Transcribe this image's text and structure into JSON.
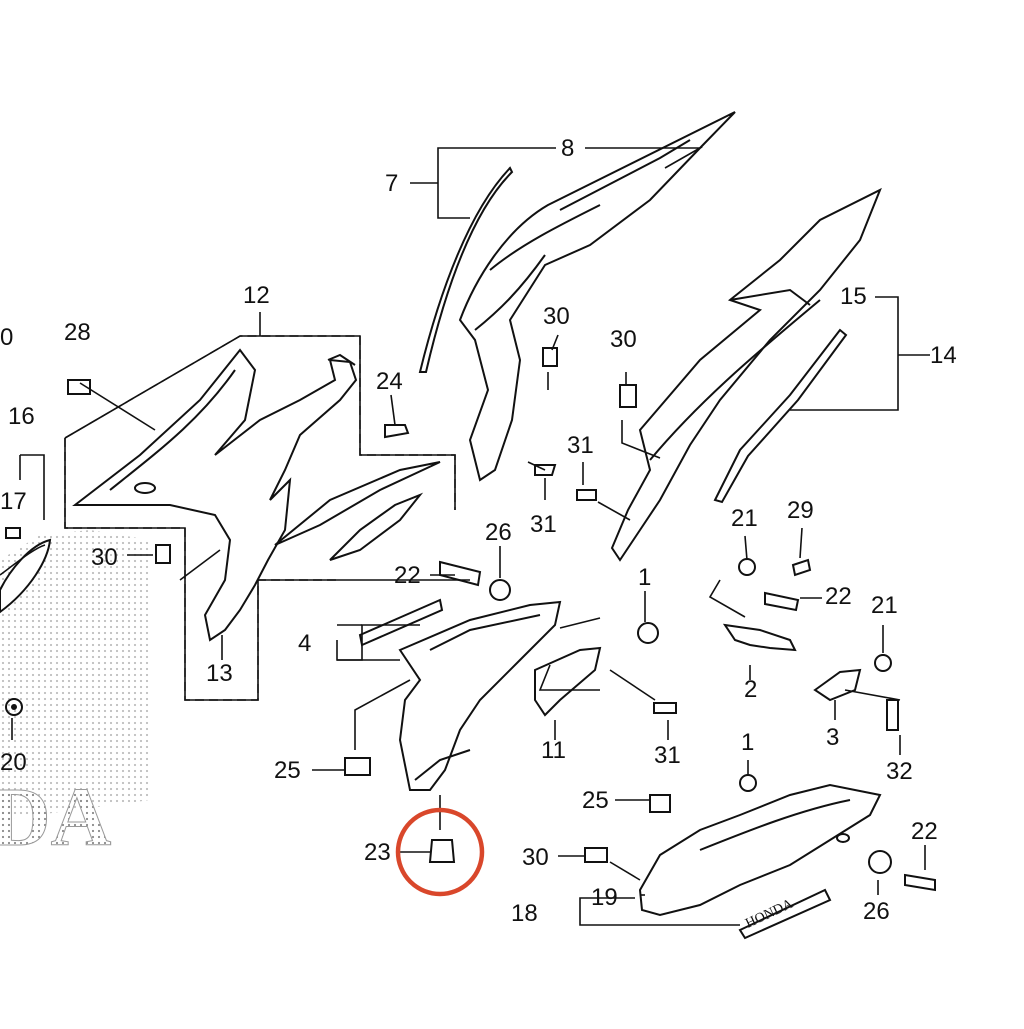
{
  "diagram": {
    "highlight_color": "#d9472b",
    "line_color": "#111111",
    "highlighted_part": "23",
    "brand_text": "HONDA",
    "watermark_text": "DA",
    "callouts": [
      {
        "id": "c8",
        "label": "8"
      },
      {
        "id": "c7",
        "label": "7"
      },
      {
        "id": "c12",
        "label": "12"
      },
      {
        "id": "c28",
        "label": "28"
      },
      {
        "id": "c0",
        "label": "0"
      },
      {
        "id": "c24",
        "label": "24"
      },
      {
        "id": "c30a",
        "label": "30"
      },
      {
        "id": "c30b",
        "label": "30"
      },
      {
        "id": "c15",
        "label": "15"
      },
      {
        "id": "c14",
        "label": "14"
      },
      {
        "id": "c16",
        "label": "16"
      },
      {
        "id": "c17",
        "label": "17"
      },
      {
        "id": "c31a",
        "label": "31"
      },
      {
        "id": "c31b",
        "label": "31"
      },
      {
        "id": "c30c",
        "label": "30"
      },
      {
        "id": "c26a",
        "label": "26"
      },
      {
        "id": "c21a",
        "label": "21"
      },
      {
        "id": "c29",
        "label": "29"
      },
      {
        "id": "c22a",
        "label": "22"
      },
      {
        "id": "c1a",
        "label": "1"
      },
      {
        "id": "c22b",
        "label": "22"
      },
      {
        "id": "c21b",
        "label": "21"
      },
      {
        "id": "c4",
        "label": "4"
      },
      {
        "id": "c13",
        "label": "13"
      },
      {
        "id": "c2",
        "label": "2"
      },
      {
        "id": "c3",
        "label": "3"
      },
      {
        "id": "c20",
        "label": "20"
      },
      {
        "id": "c11",
        "label": "11"
      },
      {
        "id": "c31c",
        "label": "31"
      },
      {
        "id": "c25a",
        "label": "25"
      },
      {
        "id": "c32",
        "label": "32"
      },
      {
        "id": "c1b",
        "label": "1"
      },
      {
        "id": "c25b",
        "label": "25"
      },
      {
        "id": "c22c",
        "label": "22"
      },
      {
        "id": "c23",
        "label": "23"
      },
      {
        "id": "c30d",
        "label": "30"
      },
      {
        "id": "c19",
        "label": "19"
      },
      {
        "id": "c26b",
        "label": "26"
      },
      {
        "id": "c18",
        "label": "18"
      }
    ]
  }
}
